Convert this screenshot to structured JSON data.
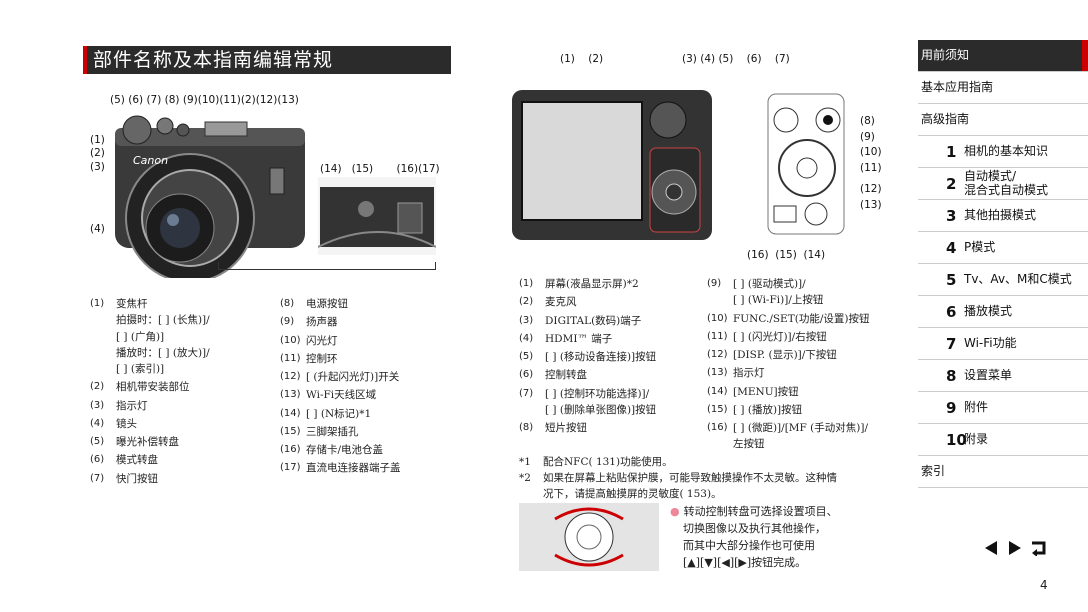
{
  "title": "部件名称及本指南编辑常规",
  "front_callouts_top": [
    "(5)",
    "(6)",
    "(7)",
    "(8)",
    "(9)",
    "(10)",
    "(11)",
    "(2)",
    "(12)",
    "(13)"
  ],
  "front_callouts_left": [
    "(1)",
    "(2)",
    "(3)",
    "(4)"
  ],
  "bottom_callouts": [
    "(14)",
    "(15)",
    "(16)",
    "(17)"
  ],
  "back_callouts_top": [
    "(1)",
    "(2)",
    "(3)",
    "(4)",
    "(5)",
    "(6)",
    "(7)"
  ],
  "back_callouts_right": [
    "(8)",
    "(9)",
    "(10)",
    "(11)",
    "(12)",
    "(13)"
  ],
  "back_callouts_bottom": [
    "(16)",
    "(15)",
    "(14)"
  ],
  "brand_text": "Canon",
  "front_parts_col1": [
    {
      "num": "(1)",
      "text": "变焦杆",
      "sub": [
        "拍摄时：[  ] (长焦)]/",
        "[  ] (广角)]",
        "播放时：[  ] (放大)]/",
        "[  ] (索引)]"
      ]
    },
    {
      "num": "(2)",
      "text": "相机带安装部位"
    },
    {
      "num": "(3)",
      "text": "指示灯"
    },
    {
      "num": "(4)",
      "text": "镜头"
    },
    {
      "num": "(5)",
      "text": "曝光补偿转盘"
    },
    {
      "num": "(6)",
      "text": "模式转盘"
    },
    {
      "num": "(7)",
      "text": "快门按钮"
    }
  ],
  "front_parts_col2": [
    {
      "num": "(8)",
      "text": "电源按钮"
    },
    {
      "num": "(9)",
      "text": "扬声器"
    },
    {
      "num": "(10)",
      "text": "闪光灯"
    },
    {
      "num": "(11)",
      "text": "控制环"
    },
    {
      "num": "(12)",
      "text": "[ (升起闪光灯)]开关"
    },
    {
      "num": "(13)",
      "text": "Wi-Fi天线区域"
    },
    {
      "num": "(14)",
      "text": "[ ] (N标记)*1"
    },
    {
      "num": "(15)",
      "text": "三脚架插孔"
    },
    {
      "num": "(16)",
      "text": "存储卡/电池仓盖"
    },
    {
      "num": "(17)",
      "text": "直流电连接器端子盖"
    }
  ],
  "back_parts_col1": [
    {
      "num": "(1)",
      "text": "屏幕(液晶显示屏)*2"
    },
    {
      "num": "(2)",
      "text": "麦克风"
    },
    {
      "num": "(3)",
      "text": "DIGITAL(数码)端子"
    },
    {
      "num": "(4)",
      "text": "HDMI™ 端子"
    },
    {
      "num": "(5)",
      "text": "[ ] (移动设备连接)]按钮"
    },
    {
      "num": "(6)",
      "text": "控制转盘"
    },
    {
      "num": "(7)",
      "text": "[ ] (控制环功能选择)]/",
      "sub": [
        "[ ] (删除单张图像)]按钮"
      ]
    },
    {
      "num": "(8)",
      "text": "短片按钮"
    }
  ],
  "back_parts_col2": [
    {
      "num": "(9)",
      "text": "[ ] (驱动模式)]/",
      "sub": [
        "[ ] (Wi-Fi)]/上按钮"
      ]
    },
    {
      "num": "(10)",
      "text": "FUNC./SET(功能/设置)按钮"
    },
    {
      "num": "(11)",
      "text": "[ ] (闪光灯)]/右按钮"
    },
    {
      "num": "(12)",
      "text": "[DISP. (显示)]/下按钮"
    },
    {
      "num": "(13)",
      "text": "指示灯"
    },
    {
      "num": "(14)",
      "text": "[MENU]按钮"
    },
    {
      "num": "(15)",
      "text": "[ ] (播放)]按钮"
    },
    {
      "num": "(16)",
      "text": "[ ] (微距)]/[MF (手动对焦)]/",
      "sub": [
        "左按钮"
      ]
    }
  ],
  "footnotes": [
    {
      "mark": "*1",
      "text": "配合NFC(  131)功能使用。"
    },
    {
      "mark": "*2",
      "text": "如果在屏幕上粘贴保护膜，可能导致触摸操作不太灵敏。这种情",
      "cont": "况下，请提高触摸屏的灵敏度(  153)。"
    }
  ],
  "bullet_lines": [
    "转动控制转盘可选择设置项目、",
    "切换图像以及执行其他操作，",
    "而其中大部分操作也可使用",
    "[▲][▼][◀][▶]按钮完成。"
  ],
  "sidebar": [
    {
      "label": "用前须知",
      "active": true
    },
    {
      "label": "基本应用指南"
    },
    {
      "label": "高级指南"
    },
    {
      "chap": "1",
      "label": "相机的基本知识"
    },
    {
      "chap": "2",
      "label": "自动模式/",
      "label2": "混合式自动模式"
    },
    {
      "chap": "3",
      "label": "其他拍摄模式"
    },
    {
      "chap": "4",
      "label": "P模式"
    },
    {
      "chap": "5",
      "label": "Tv、Av、M和C模式"
    },
    {
      "chap": "6",
      "label": "播放模式"
    },
    {
      "chap": "7",
      "label": "Wi-Fi功能"
    },
    {
      "chap": "8",
      "label": "设置菜单"
    },
    {
      "chap": "9",
      "label": "附件"
    },
    {
      "chap": "10",
      "label": "附录"
    },
    {
      "label": "索引"
    }
  ],
  "page_number": "4",
  "colors": {
    "title_bg": "#2b2b2b",
    "accent": "#cc0000",
    "bullet": "#e88899"
  }
}
